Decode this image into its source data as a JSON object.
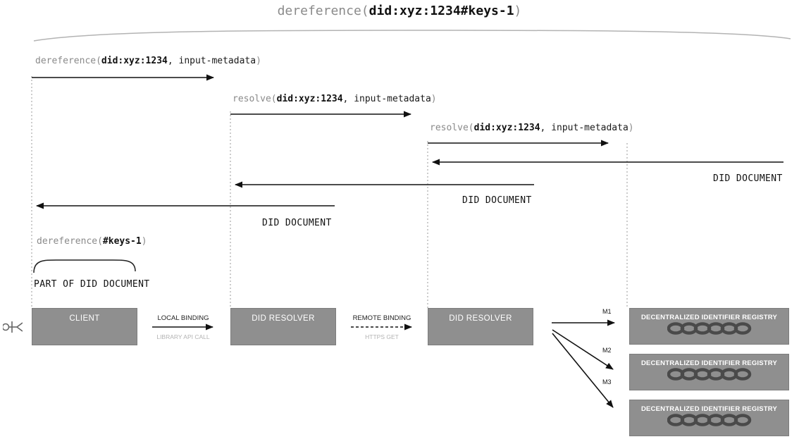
{
  "title": {
    "prefix": "dereference(",
    "arg": "did:xyz:1234#keys-1",
    "suffix": ")"
  },
  "messages": [
    {
      "prefix": "dereference(",
      "arg": "did:xyz:1234",
      "mid": ", input-metadata",
      "suffix": ")"
    },
    {
      "prefix": "resolve(",
      "arg": "did:xyz:1234",
      "mid": ", input-metadata",
      "suffix": ")"
    },
    {
      "prefix": "resolve(",
      "arg": "did:xyz:1234",
      "mid": ", input-metadata",
      "suffix": ")"
    }
  ],
  "returns": [
    "DID DOCUMENT",
    "DID DOCUMENT",
    "DID DOCUMENT"
  ],
  "self_call": {
    "prefix": "dereference(",
    "arg": "#keys-1",
    "suffix": ")"
  },
  "fragment_result": "PART OF DID DOCUMENT",
  "actors": {
    "client": "CLIENT",
    "resolver1": "DID RESOLVER",
    "resolver2": "DID RESOLVER"
  },
  "registries": [
    "DECENTRALIZED IDENTIFIER REGISTRY",
    "DECENTRALIZED IDENTIFIER REGISTRY",
    "DECENTRALIZED IDENTIFIER REGISTRY"
  ],
  "bindings": {
    "local": {
      "label": "LOCAL BINDING",
      "sublabel": "LIBRARY API CALL"
    },
    "remote": {
      "label": "REMOTE BINDING",
      "sublabel": "HTTPS GET"
    }
  },
  "methods": [
    "M1",
    "M2",
    "M3"
  ],
  "colors": {
    "box_gray": "#8f8f8f",
    "muted_text": "#8a8a8a",
    "arc_gray": "#b3b3b3",
    "chain": "#4a4a4a"
  }
}
